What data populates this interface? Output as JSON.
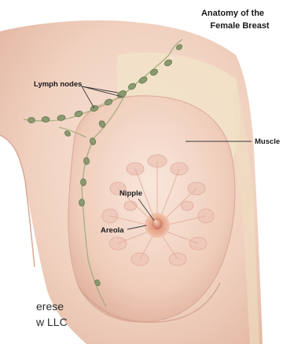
{
  "title": {
    "line1": "Anatomy of the",
    "line2": "Female Breast"
  },
  "labels": {
    "lymph_nodes": "Lymph nodes",
    "muscle": "Muscle",
    "nipple": "Nipple",
    "areola": "Areola"
  },
  "credit": {
    "line1": "erese",
    "line2": "w LLC"
  },
  "colors": {
    "skin": "#f3d8c9",
    "skin_shadow": "#e6bca8",
    "muscle_tint": "#f2e4c8",
    "lymph_node": "#8a9a6e",
    "areola": "#e7a78c",
    "nipple": "#d98a72"
  }
}
